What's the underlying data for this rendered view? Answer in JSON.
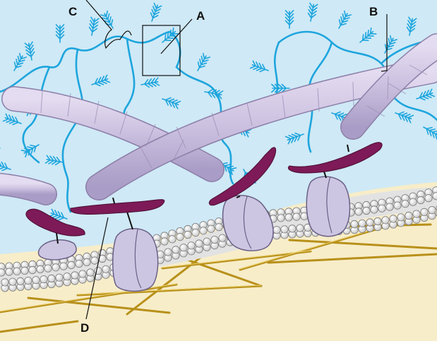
{
  "labels": {
    "a": "A",
    "b": "B",
    "c": "C",
    "d": "D"
  },
  "colors": {
    "extracellular": "#cfe9f6",
    "cytoplasm": "#f7edc9",
    "proteoglycan": "#1da5dd",
    "collagen": "#cbbfdf",
    "collagen_stroke": "#8c7fa8",
    "fibronectin": "#7d1a57",
    "integrin": "#cdc6e2",
    "lipid_head": "#f2f2f2",
    "microfilament": "#d9b02e"
  }
}
